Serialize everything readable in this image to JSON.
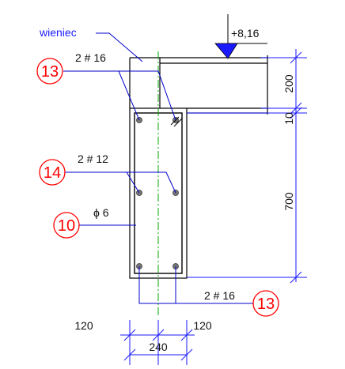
{
  "labels": {
    "wieniec": "wieniec",
    "elevation": "+8,16",
    "top_bars": "2 # 16",
    "mid_bars": "2 # 12",
    "stirrup": "ϕ 6",
    "bottom_bars": "2 # 16"
  },
  "markers": {
    "m13_top": "13",
    "m14": "14",
    "m10": "10",
    "m13_bottom": "13"
  },
  "dimensions": {
    "right_200": "200",
    "right_10": "10",
    "right_700": "700",
    "bottom_left_120": "120",
    "bottom_right_120": "120",
    "bottom_240": "240"
  },
  "colors": {
    "outline": "#000000",
    "dim_line": "#1a1aff",
    "leader": "#0000cc",
    "marker": "#ff0000",
    "axis": "#00aa00",
    "elevation_fill": "#1a1aff"
  }
}
